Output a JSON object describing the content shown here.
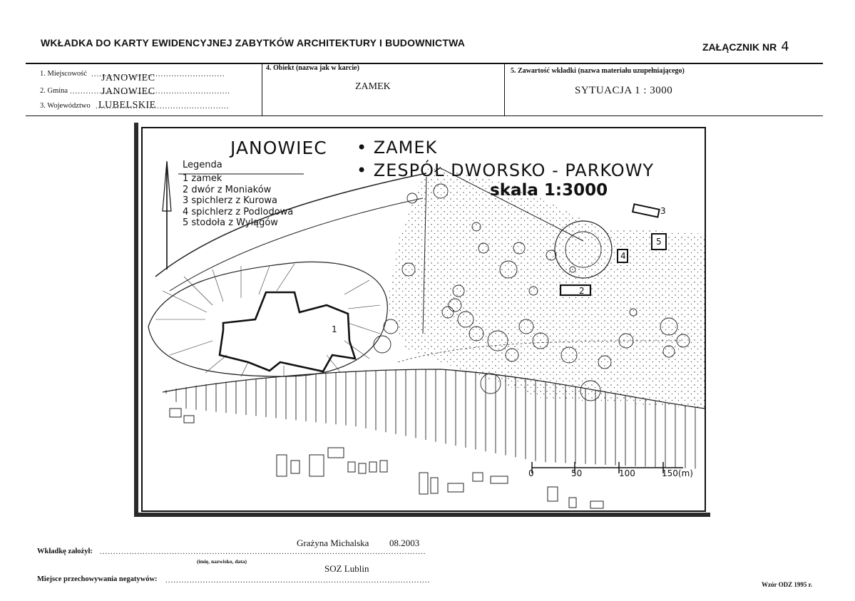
{
  "header": {
    "title": "WKŁADKA DO KARTY EWIDENCYJNEJ ZABYTKÓW ARCHITEKTURY I BUDOWNICTWA",
    "annex_label": "ZAŁĄCZNIK NR",
    "annex_number": "4"
  },
  "fields": {
    "miejscowosc_label": "1. Miejscowość",
    "miejscowosc_value": "JANOWIEC",
    "gmina_label": "2. Gmina",
    "gmina_value": "JANOWIEC",
    "wojewodztwo_label": "3. Województwo",
    "wojewodztwo_value": "LUBELSKIE",
    "obiekt_label": "4. Obiekt (nazwa jak w karcie)",
    "obiekt_value": "ZAMEK",
    "zawartosc_label": "5. Zawartość wkładki (nazwa materiału uzupełniającego)",
    "zawartosc_value": "SYTUACJA 1 : 3000"
  },
  "map": {
    "title": "JANOWIEC",
    "subtitle1": "• ZAMEK",
    "subtitle2": "• ZESPÓŁ DWORSKO - PARKOWY",
    "scale": "skala 1:3000",
    "legend_title": "Legenda",
    "legend": [
      "1  zamek",
      "2  dwór z Moniaków",
      "3  spichlerz z Kurowa",
      "4  spichlerz z Podlodowa",
      "5  stodoła z Wylągów"
    ],
    "scalebar_labels": [
      "0",
      "50",
      "100",
      "150(m)"
    ],
    "markers": [
      "1",
      "2",
      "3",
      "4",
      "5"
    ]
  },
  "footer": {
    "founder_label": "Wkładkę założył:",
    "founder_name": "Grażyna Michalska",
    "founder_date": "08.2003",
    "founder_hint": "(imię, nazwisko, data)",
    "storage_label": "Miejsce przechowywania negatywów:",
    "storage_value": "SOZ Lublin",
    "form_id": "Wzór ODZ 1995 r."
  }
}
